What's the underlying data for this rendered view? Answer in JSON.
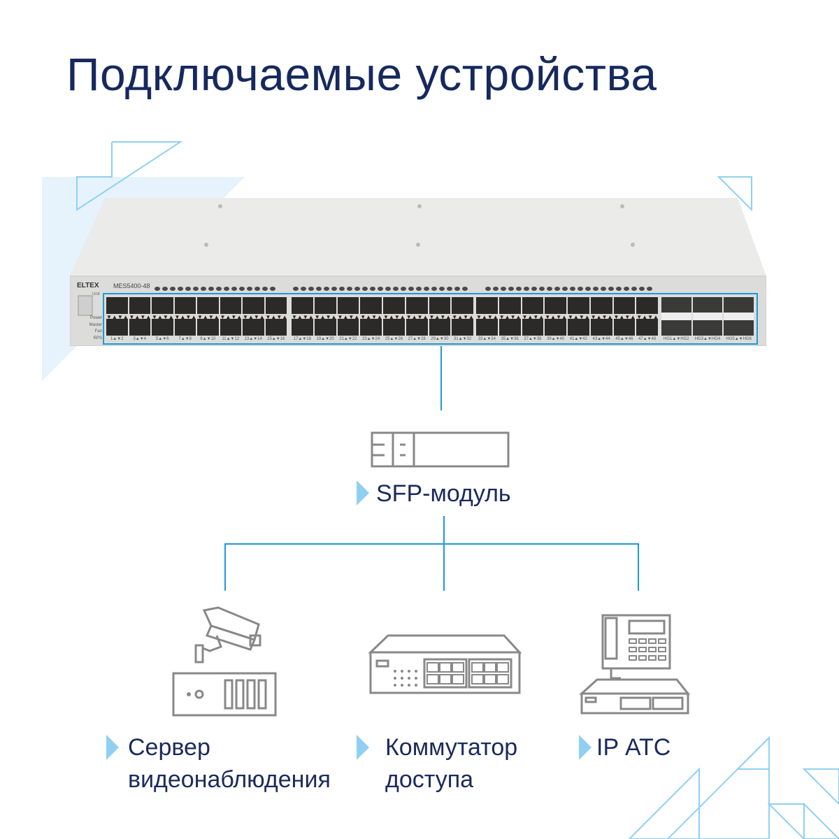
{
  "title": "Подключаемые устройства",
  "device": {
    "brand": "ELTEX",
    "model": "MES5400-48",
    "unit_label": "Unit",
    "indicators": [
      "Power",
      "Master",
      "Fan",
      "RPS"
    ],
    "port_labels": [
      "1▲▼2",
      "3▲▼4",
      "5▲▼6",
      "7▲▼8",
      "9▲▼10",
      "11▲▼12",
      "13▲▼14",
      "15▲▼16",
      "17▲▼18",
      "19▲▼20",
      "21▲▼22",
      "23▲▼24",
      "25▲▼26",
      "27▲▼28",
      "29▲▼30",
      "31▲▼32",
      "33▲▼34",
      "35▲▼36",
      "37▲▼38",
      "39▲▼40",
      "41▲▼42",
      "43▲▼44",
      "45▲▼46",
      "47▲▼48"
    ],
    "uplink_labels": [
      "HG1▲▼HG2",
      "HG3▲▼HG4",
      "HG5▲▼HG6"
    ]
  },
  "sfp_label": "SFP-модуль",
  "targets": [
    {
      "line1": "Сервер",
      "line2": "видеонаблюдения"
    },
    {
      "line1": "Коммутатор",
      "line2": "доступа"
    },
    {
      "line1": "IP АТС",
      "line2": ""
    }
  ],
  "colors": {
    "title": "#16295e",
    "line": "#1d9ad8",
    "accent_light": "#8fd0f2"
  }
}
